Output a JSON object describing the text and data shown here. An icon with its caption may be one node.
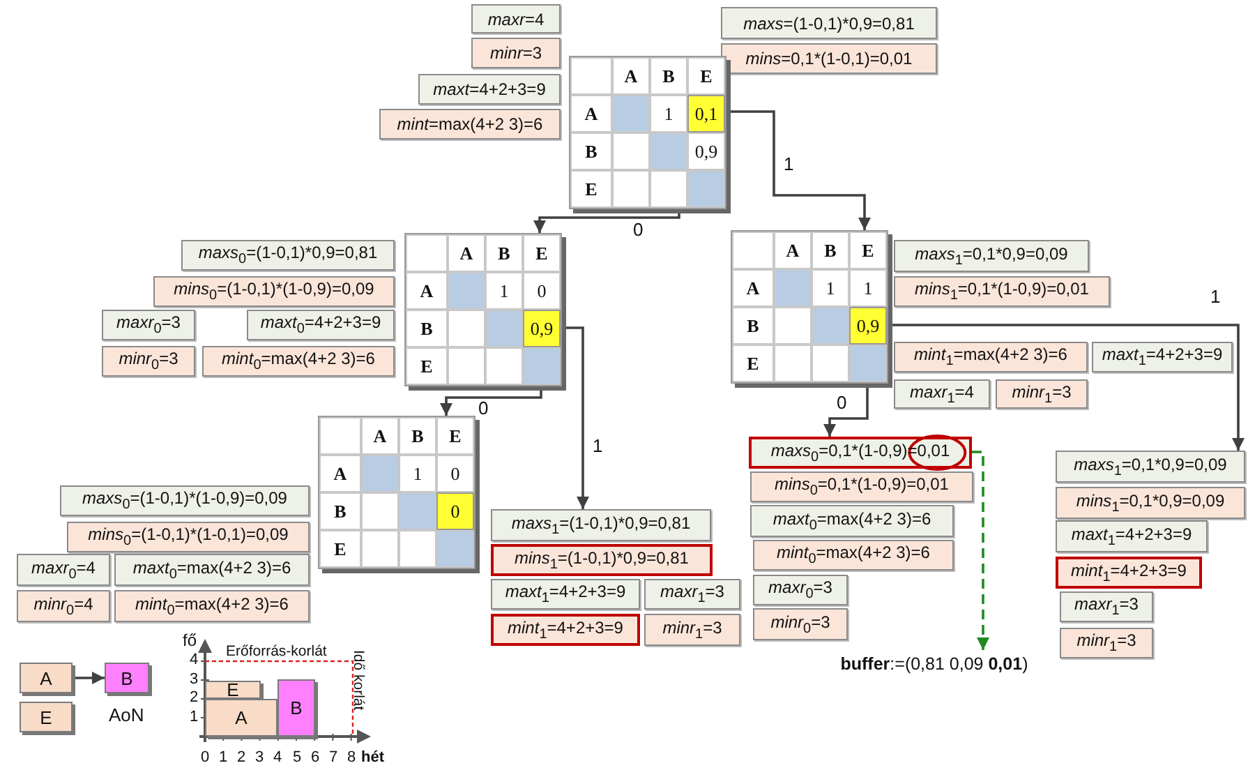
{
  "diagram": {
    "nodes": [
      {
        "text": [
          "*maxr*=4"
        ]
      },
      {
        "text": [
          "*minr*=3"
        ]
      },
      {
        "text": [
          "*maxs*=(1-0,1)*0,9=0,81"
        ]
      },
      {
        "text": [
          "*mins*=0,1*(1-0,1)=0,01"
        ]
      },
      {
        "text": [
          "*maxt*=4+2+3=9"
        ]
      },
      {
        "text": [
          "*mint*=max(4+2 3)=6"
        ]
      },
      {
        "text": [
          "A",
          "B",
          "E",
          "A",
          "1",
          "B",
          "0,9",
          "E"
        ]
      },
      {
        "text": [
          "0,1"
        ],
        "in": 6
      },
      {
        "text": [
          "*maxs*$_{0}$=(1-0,1)*0,9=0,81"
        ]
      },
      {
        "text": [
          "*mins*$_{0}$=(1-0,1)*(1-0,9)=0,09"
        ]
      },
      {
        "text": [
          "*maxr*$_{0}$=3"
        ]
      },
      {
        "text": [
          "*maxt*$_{0}$=4+2+3=9"
        ]
      },
      {
        "text": [
          "*minr*$_{0}$=3"
        ]
      },
      {
        "text": [
          "*mint*$_{0}$=max(4+2 3)=6"
        ]
      },
      {
        "text": [
          "A",
          "B",
          "E",
          "A",
          "1",
          "0",
          "B",
          "E"
        ]
      },
      {
        "text": [
          "0,9"
        ],
        "in": 14
      },
      {
        "text": [
          "A",
          "B",
          "E",
          "A",
          "1",
          "1",
          "B",
          "E"
        ]
      },
      {
        "text": [
          "0,9"
        ],
        "in": 16
      },
      {
        "text": [
          "*maxs*$_{1}$=0,1*0,9=0,09"
        ]
      },
      {
        "text": [
          "*mins*$_{1}$=0,1*(1-0,9)=0,01"
        ]
      },
      {
        "text": [
          "*mint*$_{1}$=max(4+2 3)=6"
        ]
      },
      {
        "text": [
          "*maxt*$_{1}$=4+2+3=9"
        ]
      },
      {
        "text": [
          "*maxr*$_{1}$=4"
        ]
      },
      {
        "text": [
          "*minr*$_{1}$=3"
        ]
      },
      {
        "text": [
          "A",
          "B",
          "E",
          "A",
          "1",
          "0",
          "B",
          "E"
        ]
      },
      {
        "text": [
          "0"
        ],
        "in": 24
      },
      {
        "text": [
          "*maxs*$_{0}$=(1-0,1)*(1-0,9)=0,09"
        ]
      },
      {
        "text": [
          "*mins*$_{0}$=(1-0,1)*(1-0,1)=0,09"
        ]
      },
      {
        "text": [
          "*maxr*$_{0}$=4"
        ]
      },
      {
        "text": [
          "*maxt*$_{0}$=max(4+2 3)=6"
        ]
      },
      {
        "text": [
          "*minr*$_{0}$=4"
        ]
      },
      {
        "text": [
          "*mint*$_{0}$=max(4+2 3)=6"
        ]
      },
      {
        "text": [
          "*maxs*$_{0}$=0,1*(1-0,9)=0,01"
        ]
      },
      {
        "text": [
          "*mins*$_{0}$=0,1*(1-0,9)=0,01"
        ]
      },
      {
        "text": [
          "*maxs*$_{1}$=0,1*0,9=0,09"
        ]
      },
      {
        "text": [
          "*mins*$_{1}$=0,1*0,9=0,09"
        ]
      },
      {
        "text": [
          "*maxs*$_{1}$=(1-0,1)*0,9=0,81"
        ]
      },
      {
        "text": [
          "*mins*$_{1}$=(1-0,1)*0,9=0,81"
        ]
      },
      {
        "text": [
          "*maxt*$_{0}$=max(4+2 3)=6"
        ]
      },
      {
        "text": [
          "*maxt*$_{1}$=4+2+3=9"
        ]
      },
      {
        "text": [
          "*mint*$_{0}$=max(4+2 3)=6"
        ]
      },
      {
        "text": [
          "*mint*$_{1}$=4+2+3=9"
        ]
      },
      {
        "text": [
          "*maxt*$_{1}$=4+2+3=9"
        ]
      },
      {
        "text": [
          "*maxr*$_{1}$=3"
        ]
      },
      {
        "text": [
          "*maxr*$_{0}$=3"
        ]
      },
      {
        "text": [
          "*maxr*$_{1}$=3"
        ]
      },
      {
        "text": [
          "*mint*$_{1}$=4+2+3=9"
        ]
      },
      {
        "text": [
          "*minr*$_{1}$=3"
        ]
      },
      {
        "text": [
          "*minr*$_{0}$=3"
        ]
      },
      {
        "text": [
          "*minr*$_{1}$=3"
        ]
      },
      {
        "text": [
          "**buffer**:=(0,81 0,09 **0,01**)"
        ]
      },
      {
        "text": [
          "A"
        ]
      },
      {
        "text": [
          "B"
        ]
      },
      {
        "text": [
          "E"
        ]
      },
      {
        "text": [
          "E"
        ]
      },
      {
        "text": [
          "A"
        ]
      },
      {
        "text": [
          "B"
        ]
      }
    ],
    "edges": [
      {
        "from": 7,
        "to": 16,
        "arrow": "to",
        "label": "1"
      },
      {
        "from": 7,
        "to": 14,
        "arrow": "to",
        "label": "0"
      },
      {
        "from": 15,
        "to": 24,
        "arrow": "to",
        "label": "0"
      },
      {
        "from": 15,
        "to": 36,
        "arrow": "to",
        "label": "1"
      },
      {
        "from": 17,
        "to": 32,
        "arrow": "to",
        "label": "0"
      },
      {
        "from": 17,
        "to": 34,
        "arrow": "to",
        "label": "1"
      },
      {
        "from": 32,
        "to": 50,
        "arrow": "to",
        "style": "dashed",
        "color": "#1f8a1f"
      },
      {
        "from": 51,
        "to": 52,
        "arrow": "to"
      }
    ],
    "labels": [
      "AoN",
      "fő",
      "Erőforrás-korlát",
      "Idő korlát",
      "4",
      "3",
      "2",
      "1",
      "0",
      "1",
      "2",
      "3",
      "4",
      "5",
      "6",
      "7",
      "8",
      "hét"
    ]
  }
}
